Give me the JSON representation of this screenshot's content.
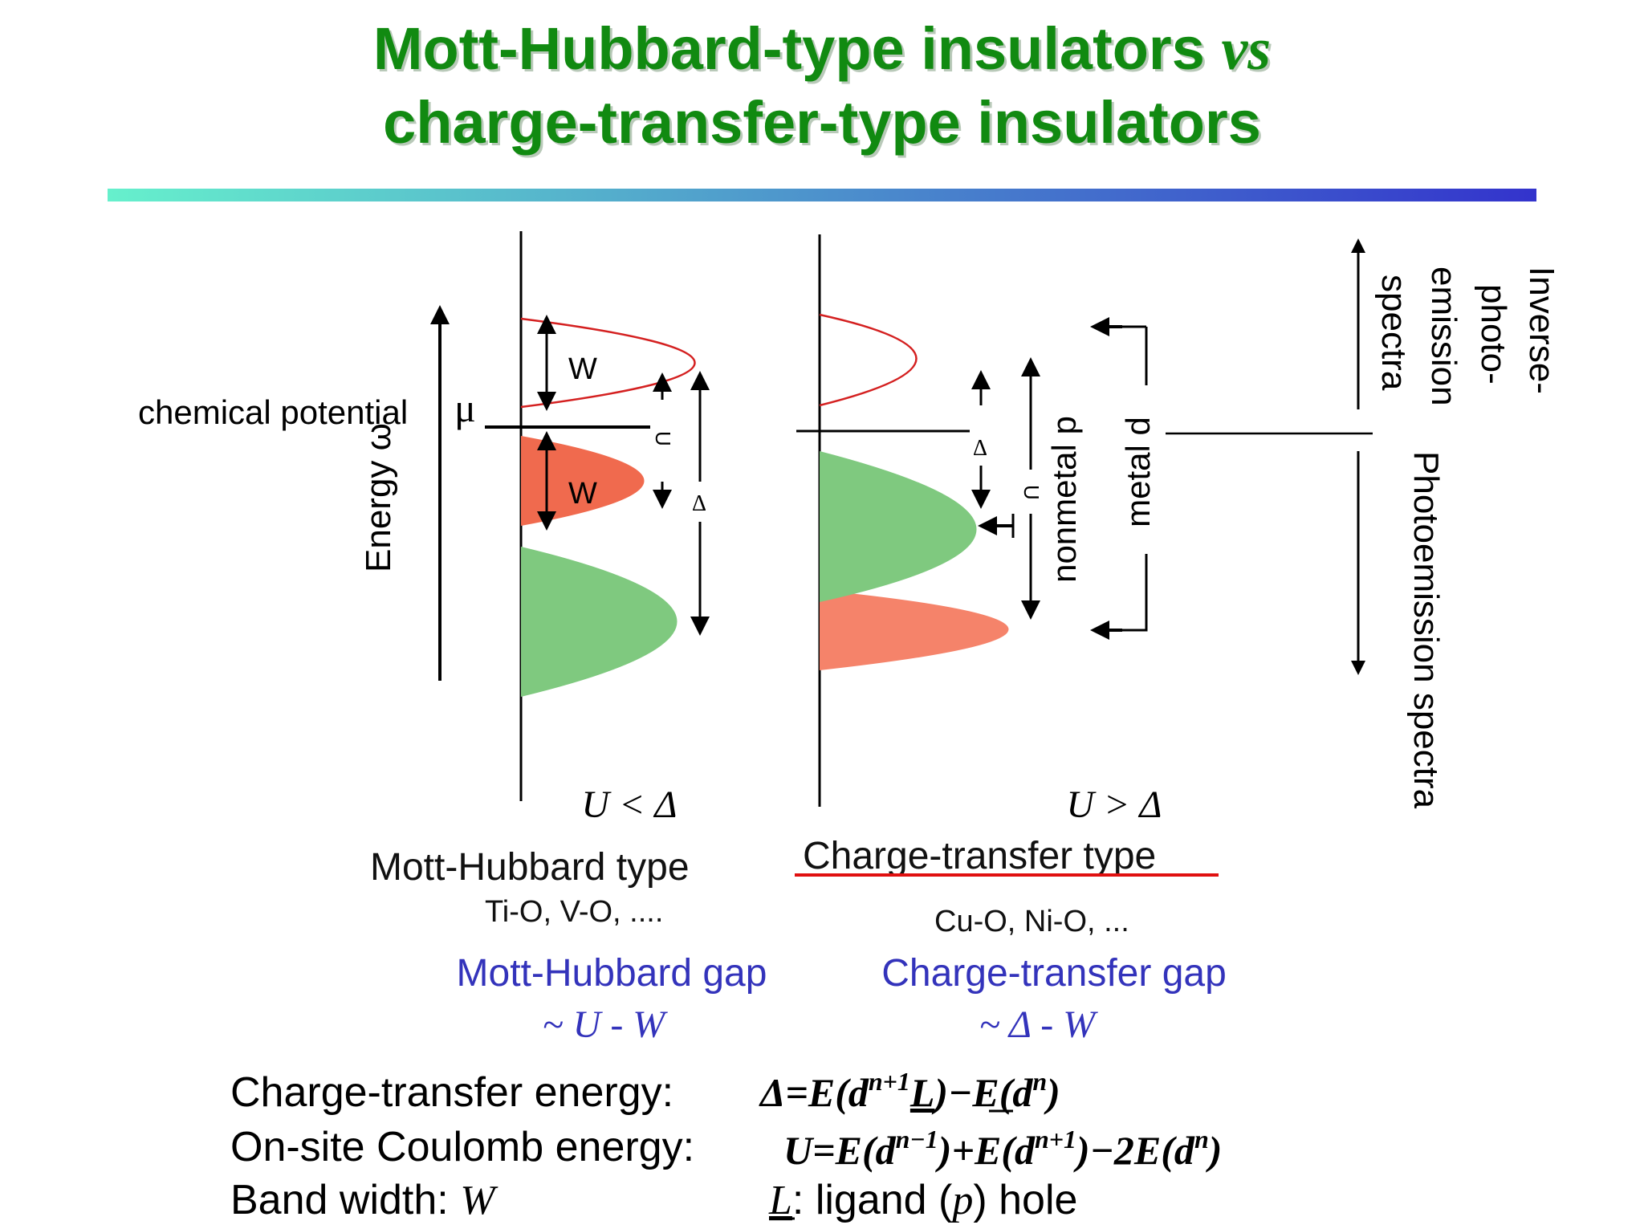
{
  "title": {
    "line1_main": "Mott-Hubbard-type insulators",
    "line1_vs": "vs",
    "line2": "charge-transfer-type insulators"
  },
  "colors": {
    "title_green": "#118a11",
    "gradient_start": "#66f0cc",
    "gradient_end": "#3333cc",
    "upper_band_outline": "#d42020",
    "lower_hubbard_fill": "#f06a4e",
    "ligand_band_fill": "#7fc97f",
    "metal_d_lower_fill": "#f5836a",
    "gap_label_blue": "#3333bb",
    "underline_red": "#e01010"
  },
  "diagram": {
    "chemical_potential_label": "chemical potential",
    "mu_symbol": "μ",
    "energy_axis_label": "Energy ω",
    "w_label_upper": "W",
    "w_label_lower": "W",
    "u_label_left": "U",
    "delta_label_left": "Δ",
    "delta_label_right": "Δ",
    "u_label_right": "U",
    "nonmetal_p_label": "nonmetal p",
    "metal_d_label": "metal d",
    "inverse_photoemission_label_lines": [
      "Inverse-",
      "photo-",
      "emission",
      "spectra"
    ],
    "photoemission_label": "Photoemission spectra",
    "left_condition": "U < Δ",
    "right_condition": "U > Δ",
    "left_type": "Mott-Hubbard type",
    "left_examples": "Ti-O, V-O, ....",
    "right_type": "Charge-transfer type",
    "right_examples": "Cu-O, Ni-O, ...",
    "left_gap_name": "Mott-Hubbard gap",
    "left_gap_formula": "~ U - W",
    "right_gap_name": "Charge-transfer gap",
    "right_gap_formula": "~ Δ - W"
  },
  "definitions": {
    "ct_label": "Charge-transfer energy:",
    "ct_formula": "Δ=E(dⁿ⁺¹L)−E(dⁿ)",
    "ct_formula_parts": [
      "Δ=E(d",
      "n+1",
      "L",
      ")−E(d",
      "n",
      ")"
    ],
    "coulomb_label": "On-site Coulomb energy:",
    "coulomb_formula": "U=E(dⁿ⁻¹)+E(dⁿ⁺¹)−2E(dⁿ)",
    "coulomb_formula_parts": [
      "U=E(d",
      "n−1",
      ")+E(d",
      "n+1",
      ")−2E(d",
      "n",
      ")"
    ],
    "bandwidth_label": "Band width:",
    "bandwidth_symbol": "W",
    "ligand_note_symbol": "L",
    "ligand_note_text": ": ligand (",
    "ligand_note_p": "p",
    "ligand_note_end": ") hole"
  }
}
